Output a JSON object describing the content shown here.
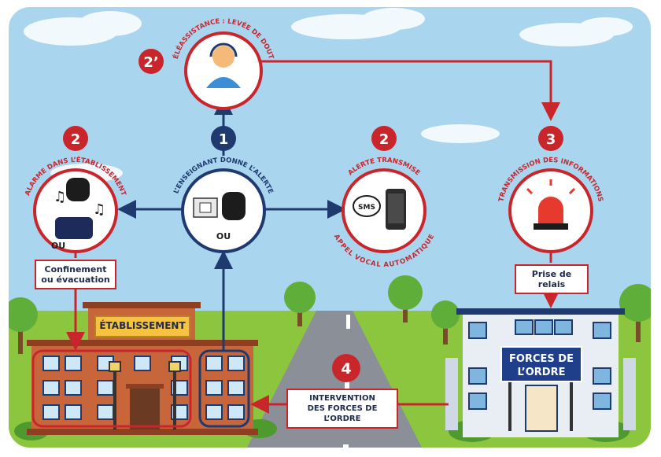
{
  "steps": {
    "one": "1",
    "two_left": "2",
    "two_prime": "2’",
    "two_right": "2",
    "three": "3",
    "four": "4"
  },
  "circles": {
    "teleassistance": "TÉLÉASSISTANCE : LEVÉE DE DOUTE",
    "alarme": "ALARME DANS L’ÉTABLISSEMENT",
    "enseignant": "L’ENSEIGNANT DONNE L’ALERTE",
    "alerte": "ALERTE TRANSMISE",
    "appel": "APPEL VOCAL AUTOMATIQUE",
    "transmission": "TRANSMISSION DES INFORMATIONS",
    "ou_left": "OU",
    "ou_center": "OU",
    "sms": "SMS"
  },
  "labels": {
    "confinement_line1": "Confinement",
    "confinement_line2": "ou évacuation",
    "prise": "Prise de relais",
    "intervention_line1": "INTERVENTION",
    "intervention_line2": "DES FORCES DE L’ORDRE"
  },
  "buildings": {
    "school_sign": "ÉTABLISSEMENT",
    "police_line1": "FORCES DE",
    "police_line2": "L’ORDRE"
  },
  "colors": {
    "sky": "#aad5ef",
    "grass": "#8cc63f",
    "road": "#8a8f98",
    "accent_red": "#c9262c",
    "navy": "#1e3a6e",
    "brick": "#c7653b",
    "police_blue": "#e9eef5"
  }
}
